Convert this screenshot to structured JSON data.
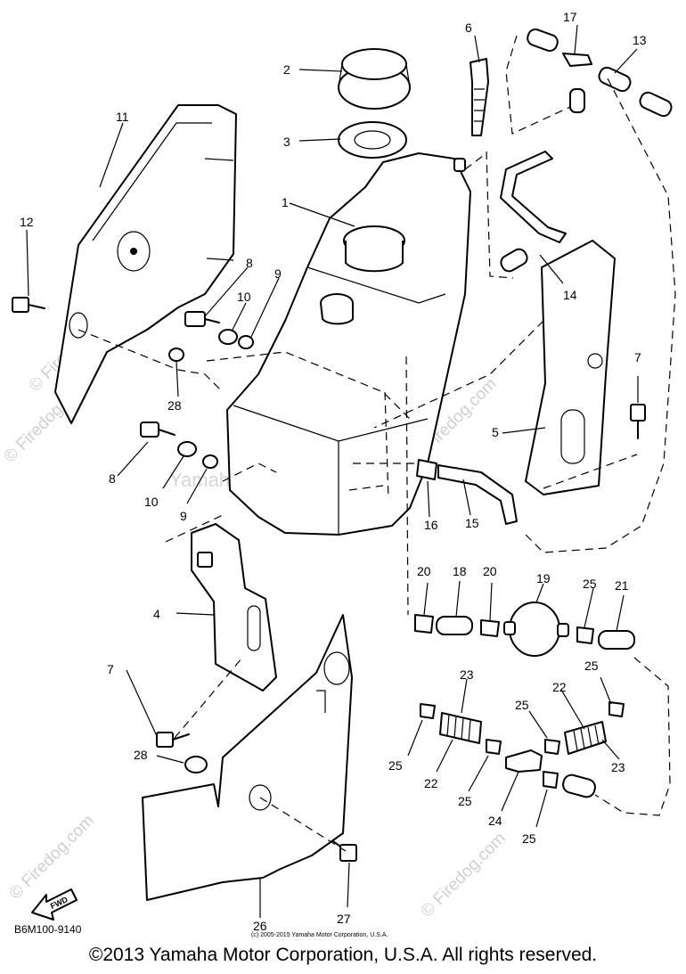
{
  "callouts": [
    "1",
    "2",
    "3",
    "4",
    "5",
    "6",
    "7",
    "8",
    "9",
    "10",
    "11",
    "12",
    "13",
    "14",
    "15",
    "16",
    "17",
    "18",
    "19",
    "20",
    "21",
    "22",
    "23",
    "24",
    "25",
    "26",
    "27",
    "28"
  ],
  "labels": {
    "l1": "1",
    "l2": "2",
    "l3": "3",
    "l4": "4",
    "l5": "5",
    "l6": "6",
    "l7a": "7",
    "l7b": "7",
    "l8a": "8",
    "l8b": "8",
    "l9a": "9",
    "l9b": "9",
    "l10a": "10",
    "l10b": "10",
    "l11": "11",
    "l12": "12",
    "l13": "13",
    "l14": "14",
    "l15": "15",
    "l16": "16",
    "l17": "17",
    "l18": "18",
    "l19": "19",
    "l20a": "20",
    "l20b": "20",
    "l21": "21",
    "l22a": "22",
    "l22b": "22",
    "l23a": "23",
    "l23b": "23",
    "l24": "24",
    "l25a": "25",
    "l25b": "25",
    "l25c": "25",
    "l25d": "25",
    "l25e": "25",
    "l25f": "25",
    "l26": "26",
    "l27": "27",
    "l28a": "28",
    "l28b": "28"
  },
  "fwd_arrow_label": "FWD",
  "watermarks": {
    "left_upper": "© Firedog.com",
    "left_mid": "© Firedog.com",
    "right_upper": "© Firedog.com",
    "center": "Yamaha Motor Corp. U.S.A.",
    "bottom_left": "© Firedog.com",
    "bottom_right": "© Firedog.com"
  },
  "part_number": "B6M100-9140",
  "small_copyright": "(c) 2005-2015 Yamaha Motor Corporation, U.S.A.",
  "footer": "©2013 Yamaha Motor Corporation, U.S.A. All rights reserved."
}
